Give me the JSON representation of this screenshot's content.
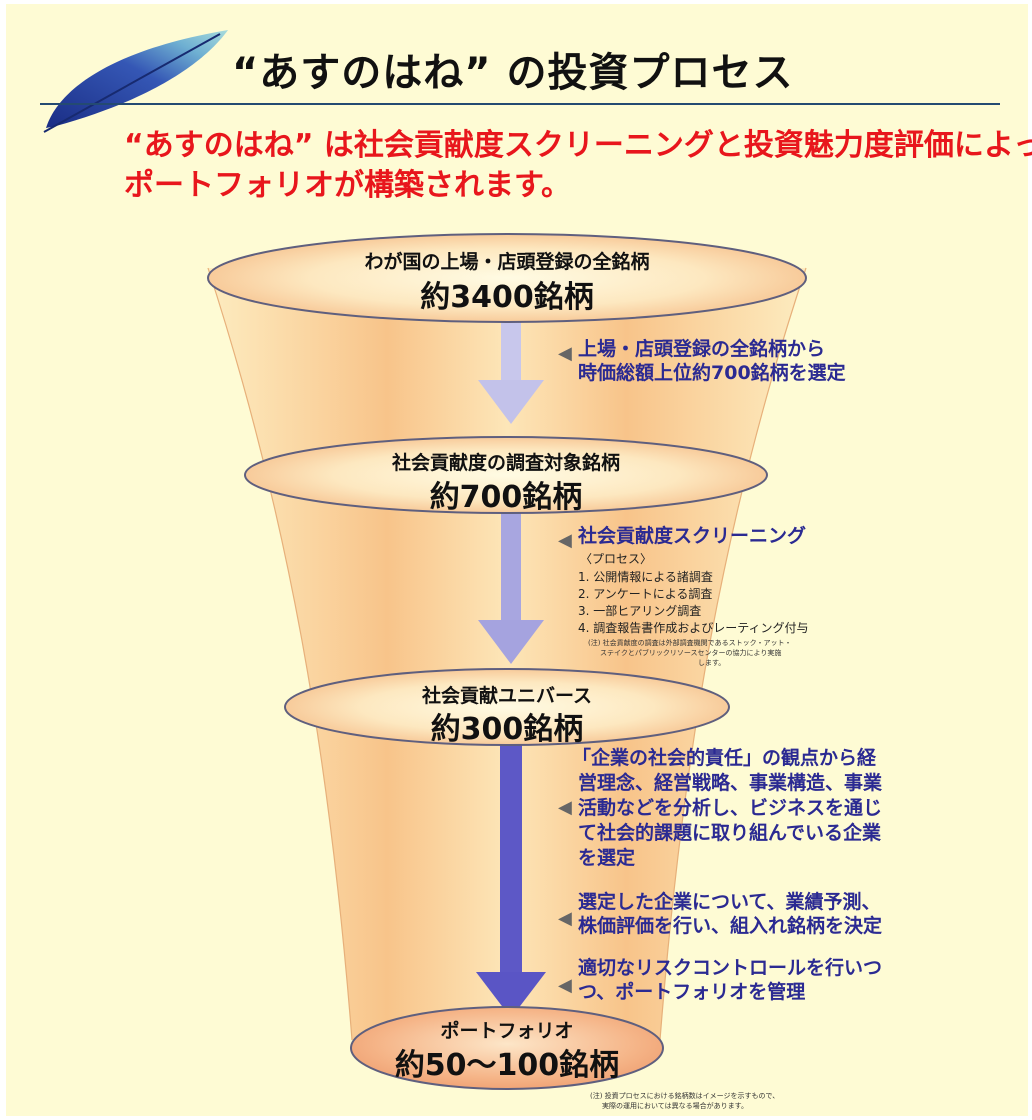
{
  "title": "“あすのはね” の投資プロセス",
  "subtitle": {
    "line1": "“あすのはね” は社会貢献度スクリーニングと投資魅力度評価によって、",
    "line2": "ポートフォリオが構築されます。"
  },
  "pointer_glyph": "◀",
  "levels": [
    {
      "label": "わが国の上場・店頭登録の全銘柄",
      "count": "約3400銘柄"
    },
    {
      "label": "社会貢献度の調査対象銘柄",
      "count": "約700銘柄"
    },
    {
      "label": "社会貢献ユニバース",
      "count": "約300銘柄"
    },
    {
      "label": "ポートフォリオ",
      "count": "約50〜100銘柄"
    }
  ],
  "steps": [
    {
      "lines": [
        "上場・店頭登録の全銘柄から",
        "時価総額上位約700銘柄を選定"
      ]
    },
    {
      "heading": "社会貢献度スクリーニング",
      "process_heading": "〈プロセス〉",
      "items": [
        "1. 公開情報による諸調査",
        "2. アンケートによる調査",
        "3. 一部ヒアリング調査",
        "4. 調査報告書作成およびレーティング付与"
      ],
      "note": [
        "(注) 社会貢献度の調査は外部調査機関であるストック・アット・",
        "ステイクとパブリックリソースセンターの協力により実施",
        "します。"
      ]
    },
    {
      "lines": [
        "「企業の社会的責任」の観点から経",
        "営理念、経営戦略、事業構造、事業",
        "活動などを分析し、ビジネスを通じ",
        "て社会的課題に取り組んでいる企業",
        "を選定"
      ]
    },
    {
      "lines": [
        "選定した企業について、業績予測、",
        "株価評価を行い、組入れ銘柄を決定"
      ]
    },
    {
      "lines": [
        "適切なリスクコントロールを行いつ",
        "つ、ポートフォリオを管理"
      ]
    }
  ],
  "footnote": [
    "(注) 投資プロセスにおける銘柄数はイメージを示すもので、",
    "実際の運用においては異なる場合があります。"
  ]
}
